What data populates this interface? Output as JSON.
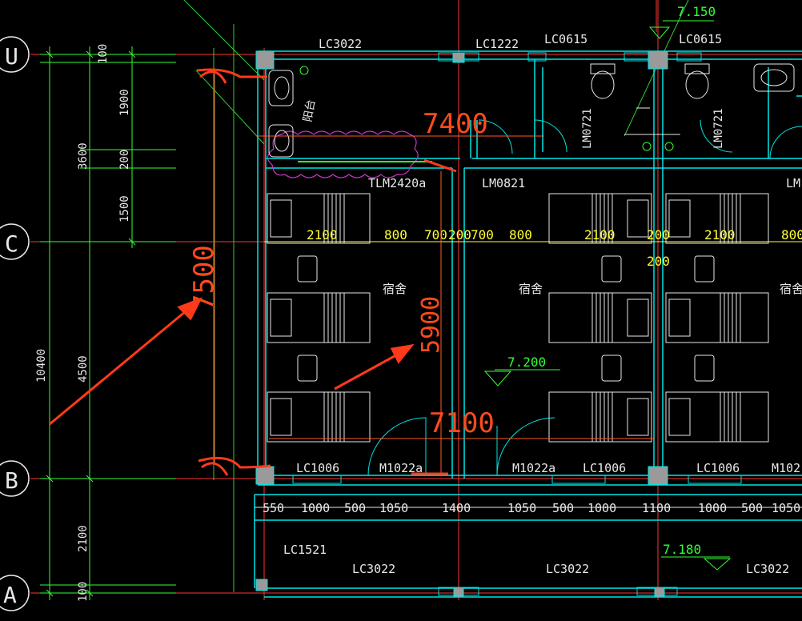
{
  "colors": {
    "background": "#000000",
    "wall": "#00e5e5",
    "axis_line": "#ff3333",
    "dimension": "#33ff33",
    "dim_yellow": "#ffff33",
    "text": "#e8e8e8",
    "furniture": "#e8e8e8",
    "markup_red": "#ff3a1a",
    "measure_orange": "#ff5a2a",
    "hatch_magenta": "#cc33cc",
    "column_fill": "#9a9a9a"
  },
  "axis_bubbles": [
    "U",
    "C",
    "B",
    "A"
  ],
  "left_dims": [
    "100",
    "1900",
    "3600",
    "200",
    "1500",
    "10400",
    "4500",
    "2100",
    "100"
  ],
  "labels": {
    "lc3022_top": "LC3022",
    "lc1222": "LC1222",
    "lc0615_a": "LC0615",
    "lc0615_b": "LC0615",
    "elev_top": "7.150",
    "balcony": "阳台",
    "tlm": "TLM2420a",
    "lm0821": "LM0821",
    "lm0721_a": "LM0721",
    "lm0721_b": "LM0721",
    "lm_cut": "LM",
    "room_1": "宿舍",
    "room_2": "宿舍",
    "room_3": "宿舍",
    "elev_mid": "7.200",
    "lc1006_a": "LC1006",
    "m1022_a": "M1022a",
    "m1022_b": "M1022a",
    "lc1006_b": "LC1006",
    "lc1006_c": "LC1006",
    "m102_cut": "M102",
    "lc1521": "LC1521",
    "lc3022_b1": "LC3022",
    "lc3022_b2": "LC3022",
    "lc3022_b3": "LC3022",
    "elev_bottom": "7.180"
  },
  "row_dims_yellow": [
    "2100",
    "800",
    "700",
    "200",
    "700",
    "800",
    "2100",
    "200",
    "2100",
    "800",
    "200"
  ],
  "row_dims_bottom": [
    "550",
    "1000",
    "500",
    "1050",
    "1400",
    "1050",
    "500",
    "1000",
    "1100",
    "1000",
    "500",
    "1050"
  ],
  "measurements": {
    "m7400": "7400",
    "m7500": "7500",
    "m5900": "5900",
    "m7100": "7100"
  }
}
